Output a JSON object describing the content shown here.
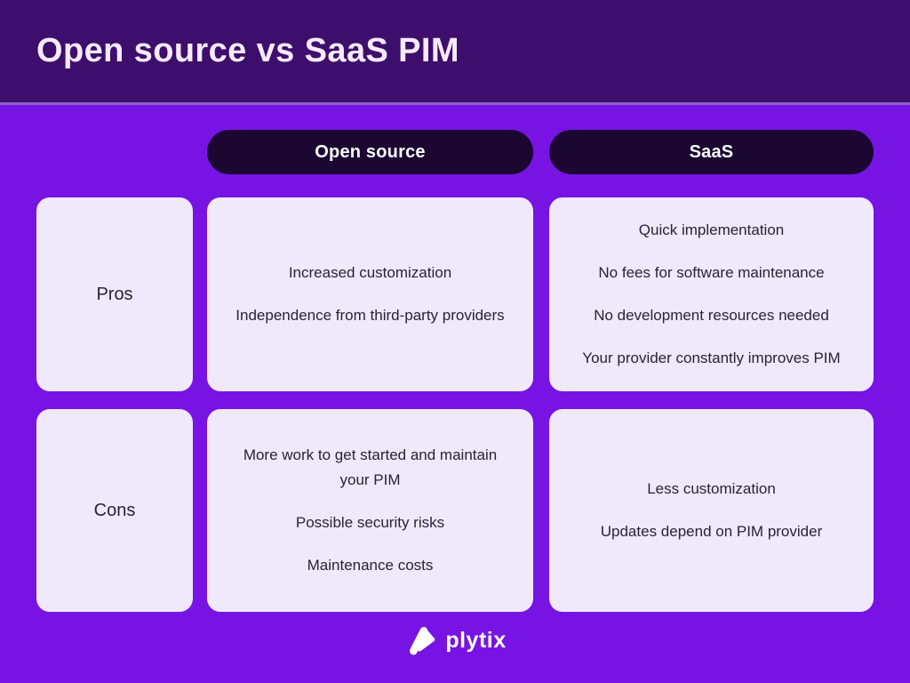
{
  "header": {
    "title": "Open source vs SaaS PIM"
  },
  "columns": [
    {
      "label": "Open source"
    },
    {
      "label": "SaaS"
    }
  ],
  "rows": [
    {
      "label": "Pros",
      "open_source": [
        "Increased customization",
        "Independence from third-party providers"
      ],
      "saas": [
        "Quick implementation",
        "No fees for software maintenance",
        "No development resources needed",
        "Your provider constantly improves PIM"
      ]
    },
    {
      "label": "Cons",
      "open_source": [
        "More work to get started and maintain your PIM",
        "Possible security risks",
        "Maintenance costs"
      ],
      "saas": [
        "Less customization",
        "Updates depend on PIM provider"
      ]
    }
  ],
  "footer": {
    "brand": "plytix"
  },
  "colors": {
    "background": "#7714E3",
    "header_band": "#3D0E6B",
    "header_divider": "#8A5FC4",
    "column_pill": "#1B0732",
    "cell_background": "#EFE9FB",
    "title_text": "#F6EAFC",
    "cell_text": "#2B2139",
    "brand_white": "#FFFFFF"
  }
}
